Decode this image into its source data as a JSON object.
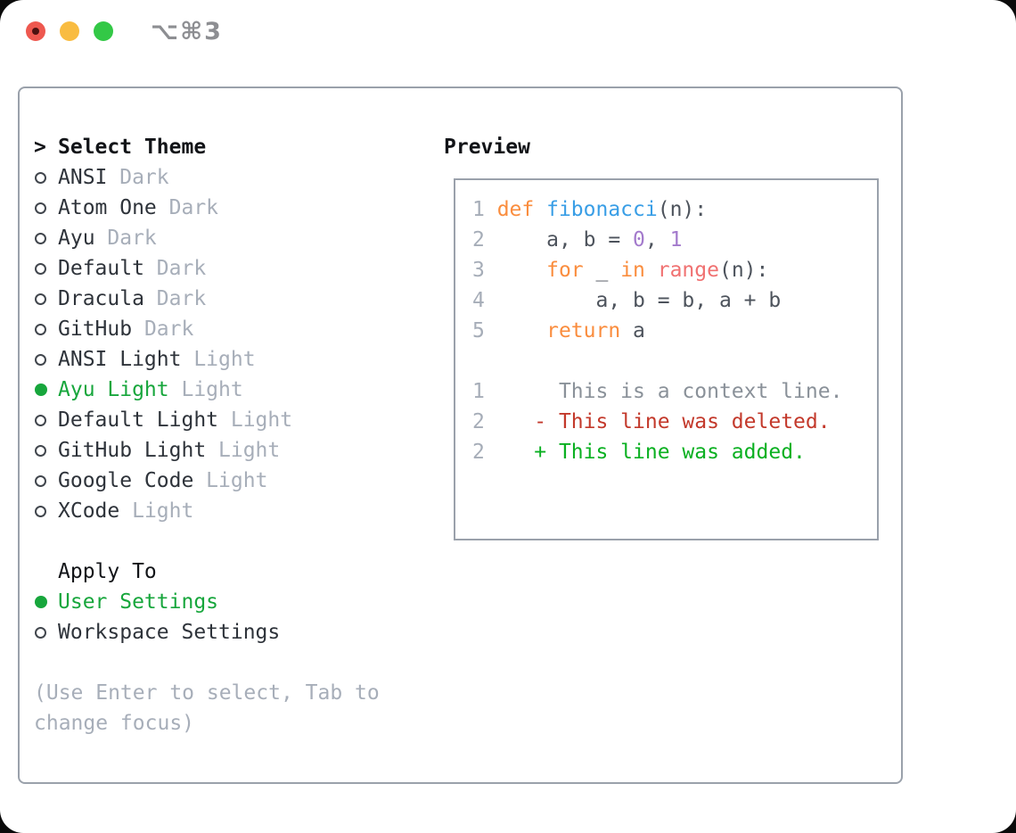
{
  "window": {
    "title": "⌥⌘3",
    "traffic_lights": [
      {
        "name": "close",
        "color": "#ee584f",
        "has_dot": true
      },
      {
        "name": "minimize",
        "color": "#f9bc41",
        "has_dot": false
      },
      {
        "name": "zoom",
        "color": "#33c846",
        "has_dot": false
      }
    ]
  },
  "theme_picker": {
    "header": {
      "marker": ">",
      "label": "Select Theme"
    },
    "themes": [
      {
        "name": "ANSI",
        "variant": "Dark",
        "selected": false
      },
      {
        "name": "Atom One",
        "variant": "Dark",
        "selected": false
      },
      {
        "name": "Ayu",
        "variant": "Dark",
        "selected": false
      },
      {
        "name": "Default",
        "variant": "Dark",
        "selected": false
      },
      {
        "name": "Dracula",
        "variant": "Dark",
        "selected": false
      },
      {
        "name": "GitHub",
        "variant": "Dark",
        "selected": false
      },
      {
        "name": "ANSI Light",
        "variant": "Light",
        "selected": false
      },
      {
        "name": "Ayu Light",
        "variant": "Light",
        "selected": true
      },
      {
        "name": "Default Light",
        "variant": "Light",
        "selected": false
      },
      {
        "name": "GitHub Light",
        "variant": "Light",
        "selected": false
      },
      {
        "name": "Google Code",
        "variant": "Light",
        "selected": false
      },
      {
        "name": "XCode",
        "variant": "Light",
        "selected": false
      }
    ],
    "apply_to": {
      "label": "Apply To",
      "options": [
        {
          "label": "User Settings",
          "selected": true
        },
        {
          "label": "Workspace Settings",
          "selected": false
        }
      ]
    },
    "help_lines": [
      "(Use Enter to select, Tab to",
      "change focus)"
    ],
    "selection_color": "#17a63c"
  },
  "preview": {
    "label": "Preview",
    "palette": {
      "ln": "#a6adb8",
      "kw": "#fa8d3e",
      "fn": "#399ee6",
      "bi": "#f07171",
      "num": "#a37acc",
      "fg": "#4d535c",
      "ctx": "#8a9199",
      "del": "#c3392b",
      "add": "#0ab021"
    },
    "code_lines": [
      [
        [
          "1 ",
          "ln"
        ],
        [
          "def ",
          "kw"
        ],
        [
          "fibonacci",
          "fn"
        ],
        [
          "(n):",
          "fg"
        ]
      ],
      [
        [
          "2     ",
          "ln"
        ],
        [
          "a, b = ",
          "fg"
        ],
        [
          "0",
          "num"
        ],
        [
          ", ",
          "fg"
        ],
        [
          "1",
          "num"
        ]
      ],
      [
        [
          "3     ",
          "ln"
        ],
        [
          "for ",
          "kw"
        ],
        [
          "_ ",
          "fg"
        ],
        [
          "in ",
          "kw"
        ],
        [
          "range",
          "bi"
        ],
        [
          "(n):",
          "fg"
        ]
      ],
      [
        [
          "4         ",
          "ln"
        ],
        [
          "a, b = b, a + b",
          "fg"
        ]
      ],
      [
        [
          "5     ",
          "ln"
        ],
        [
          "return ",
          "kw"
        ],
        [
          "a",
          "fg"
        ]
      ],
      [],
      [
        [
          "1      ",
          "ln"
        ],
        [
          "This is a context line.",
          "ctx"
        ]
      ],
      [
        [
          "2    ",
          "ln"
        ],
        [
          "- This line was deleted.",
          "del"
        ]
      ],
      [
        [
          "2    ",
          "ln"
        ],
        [
          "+ This line was added.",
          "add"
        ]
      ]
    ]
  }
}
